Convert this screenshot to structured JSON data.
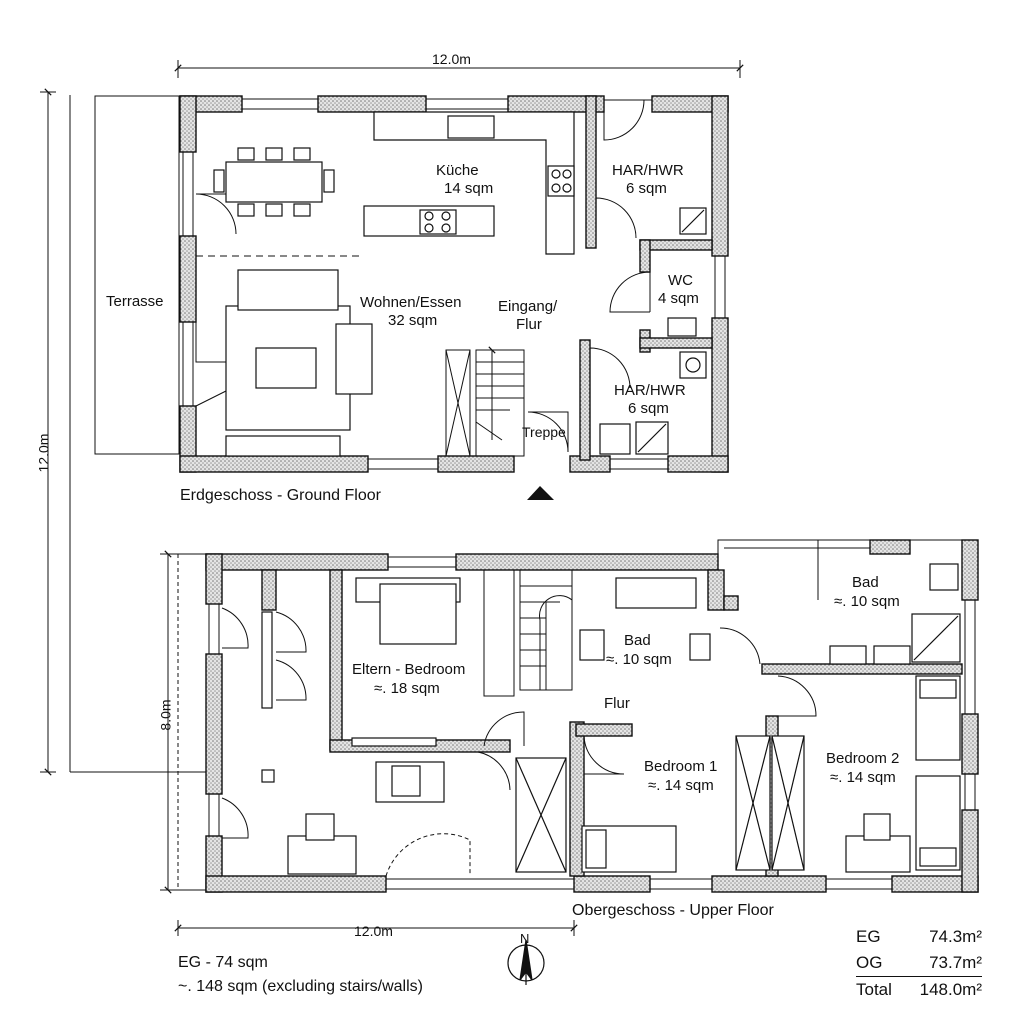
{
  "ground_floor": {
    "caption": "Erdgeschoss - Ground Floor",
    "rooms": {
      "kueche": {
        "name": "Küche",
        "area": "14 sqm"
      },
      "har_hwr_top": {
        "name": "HAR/HWR",
        "area": "6 sqm"
      },
      "wc": {
        "name": "WC",
        "area": "4 sqm"
      },
      "wohnen": {
        "name": "Wohnen/Essen",
        "area": "32 sqm"
      },
      "eingang_line1": "Eingang/",
      "eingang_line2": "Flur",
      "har_hwr_bottom": {
        "name": "HAR/HWR",
        "area": "6 sqm"
      },
      "treppe": "Treppe",
      "terrasse": "Terrasse"
    }
  },
  "upper_floor": {
    "caption": "Obergeschoss - Upper Floor",
    "rooms": {
      "eltern": {
        "name": "Eltern - Bedroom",
        "area": "≈. 18 sqm"
      },
      "bad_center": {
        "name": "Bad",
        "area": "≈. 10 sqm"
      },
      "bad_right": {
        "name": "Bad",
        "area": "≈. 10 sqm"
      },
      "flur": "Flur",
      "bedroom1": {
        "name": "Bedroom 1",
        "area": "≈. 14 sqm"
      },
      "bedroom2": {
        "name": "Bedroom 2",
        "area": "≈. 14 sqm"
      }
    }
  },
  "dimensions": {
    "top_width": "12.0m",
    "left_height": "12.0m",
    "upper_height": "8.0m",
    "bottom_width": "12.0m"
  },
  "notes": {
    "line1": "EG - 74 sqm",
    "line2": "~. 148 sqm (excluding stairs/walls)"
  },
  "north_label": "N",
  "area_table": {
    "eg_label": "EG",
    "eg_value": "74.3m²",
    "og_label": "OG",
    "og_value": "73.7m²",
    "total_label": "Total",
    "total_value": "148.0m²"
  },
  "colors": {
    "wall_fill": "#d9d9d9",
    "line": "#111111"
  }
}
